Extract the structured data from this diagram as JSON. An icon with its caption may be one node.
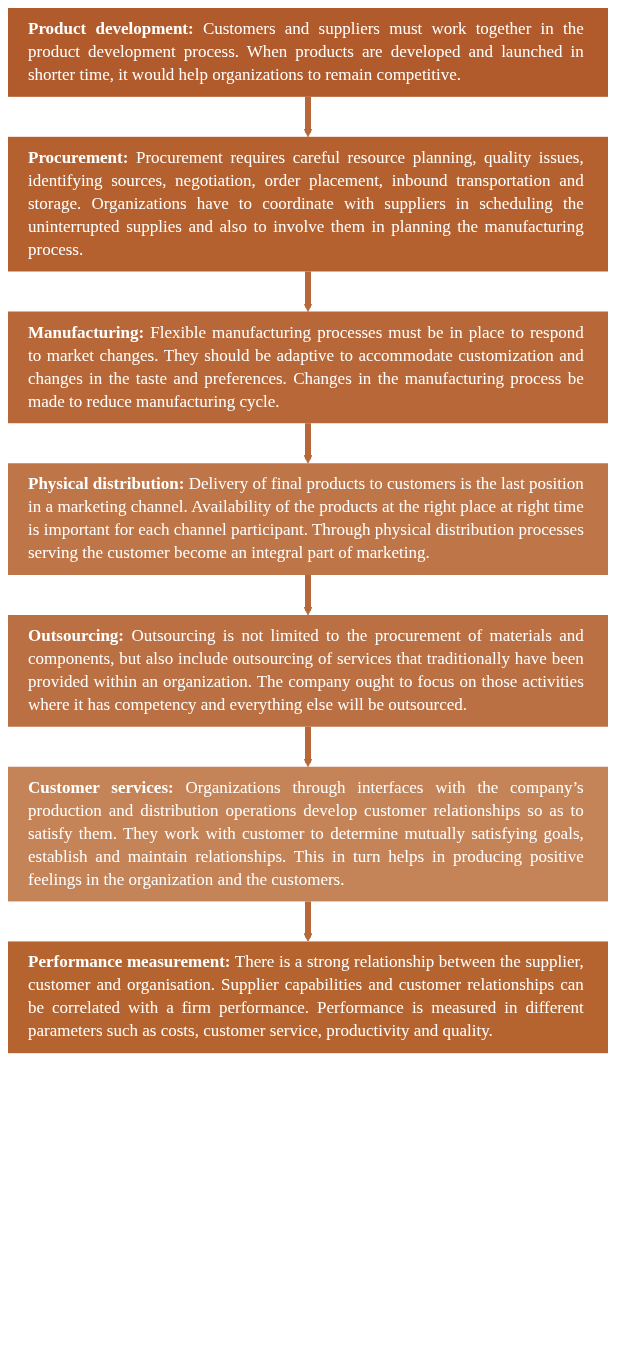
{
  "diagram": {
    "nodes": [
      {
        "text": [
          "Product development:",
          "Customers and suppliers must work together in the product development process. When products are developed and launched in shorter time, it would help organizations to remain competitive."
        ]
      },
      {
        "text": [
          "Procurement:",
          "Procurement requires careful resource planning, quality issues, identifying sources, negotiation, order placement, inbound transportation and storage. Organizations have to coordinate with suppliers in scheduling the uninterrupted supplies and also to involve them in planning the manufacturing process."
        ]
      },
      {
        "text": [
          "Manufacturing:",
          "Flexible manufacturing processes must be in place to respond to market changes. They should be adaptive to accommodate customization and changes in the taste and preferences. Changes in the manufacturing process be made to reduce manufacturing cycle."
        ]
      },
      {
        "text": [
          "Physical distribution:",
          "Delivery of final products to customers is the last position in a marketing channel. Availability of the products at the right place at right time is important for each channel participant. Through physical distribution processes serving the customer become an integral part of marketing."
        ]
      },
      {
        "text": [
          "Outsourcing:",
          "Outsourcing is not limited to the procurement of materials and components, but also include outsourcing of services that traditionally have been provided within an organization. The company ought to focus on those activities where it has competency and everything else will be outsourced."
        ]
      },
      {
        "text": [
          "Customer services:",
          "Organizations through interfaces with the company’s production and distribution operations develop customer relationships so as to satisfy them. They work with customer to determine mutually satisfying goals, establish and maintain relationships. This in turn helps in producing positive feelings in the organization and the customers."
        ]
      },
      {
        "text": [
          "Performance measurement:",
          "There is a strong relationship between the supplier, customer and organisation. Supplier capabilities and customer relationships can be correlated with a firm performance. Performance is measured in different parameters such as costs, customer service, productivity and quality."
        ]
      }
    ],
    "edges": [
      {
        "from": 0,
        "to": 1,
        "arrow": "to"
      },
      {
        "from": 1,
        "to": 2,
        "arrow": "to"
      },
      {
        "from": 2,
        "to": 3,
        "arrow": "to"
      },
      {
        "from": 3,
        "to": 4,
        "arrow": "to"
      },
      {
        "from": 4,
        "to": 5,
        "arrow": "to"
      },
      {
        "from": 5,
        "to": 6,
        "arrow": "to"
      }
    ]
  }
}
